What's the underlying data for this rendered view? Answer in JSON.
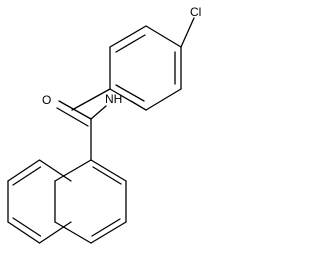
{
  "molecule": {
    "atoms": {
      "chlorine": "Cl",
      "nitrogen_h": "NH",
      "oxygen": "O"
    },
    "bond_color": "#000000",
    "background": "#ffffff"
  }
}
